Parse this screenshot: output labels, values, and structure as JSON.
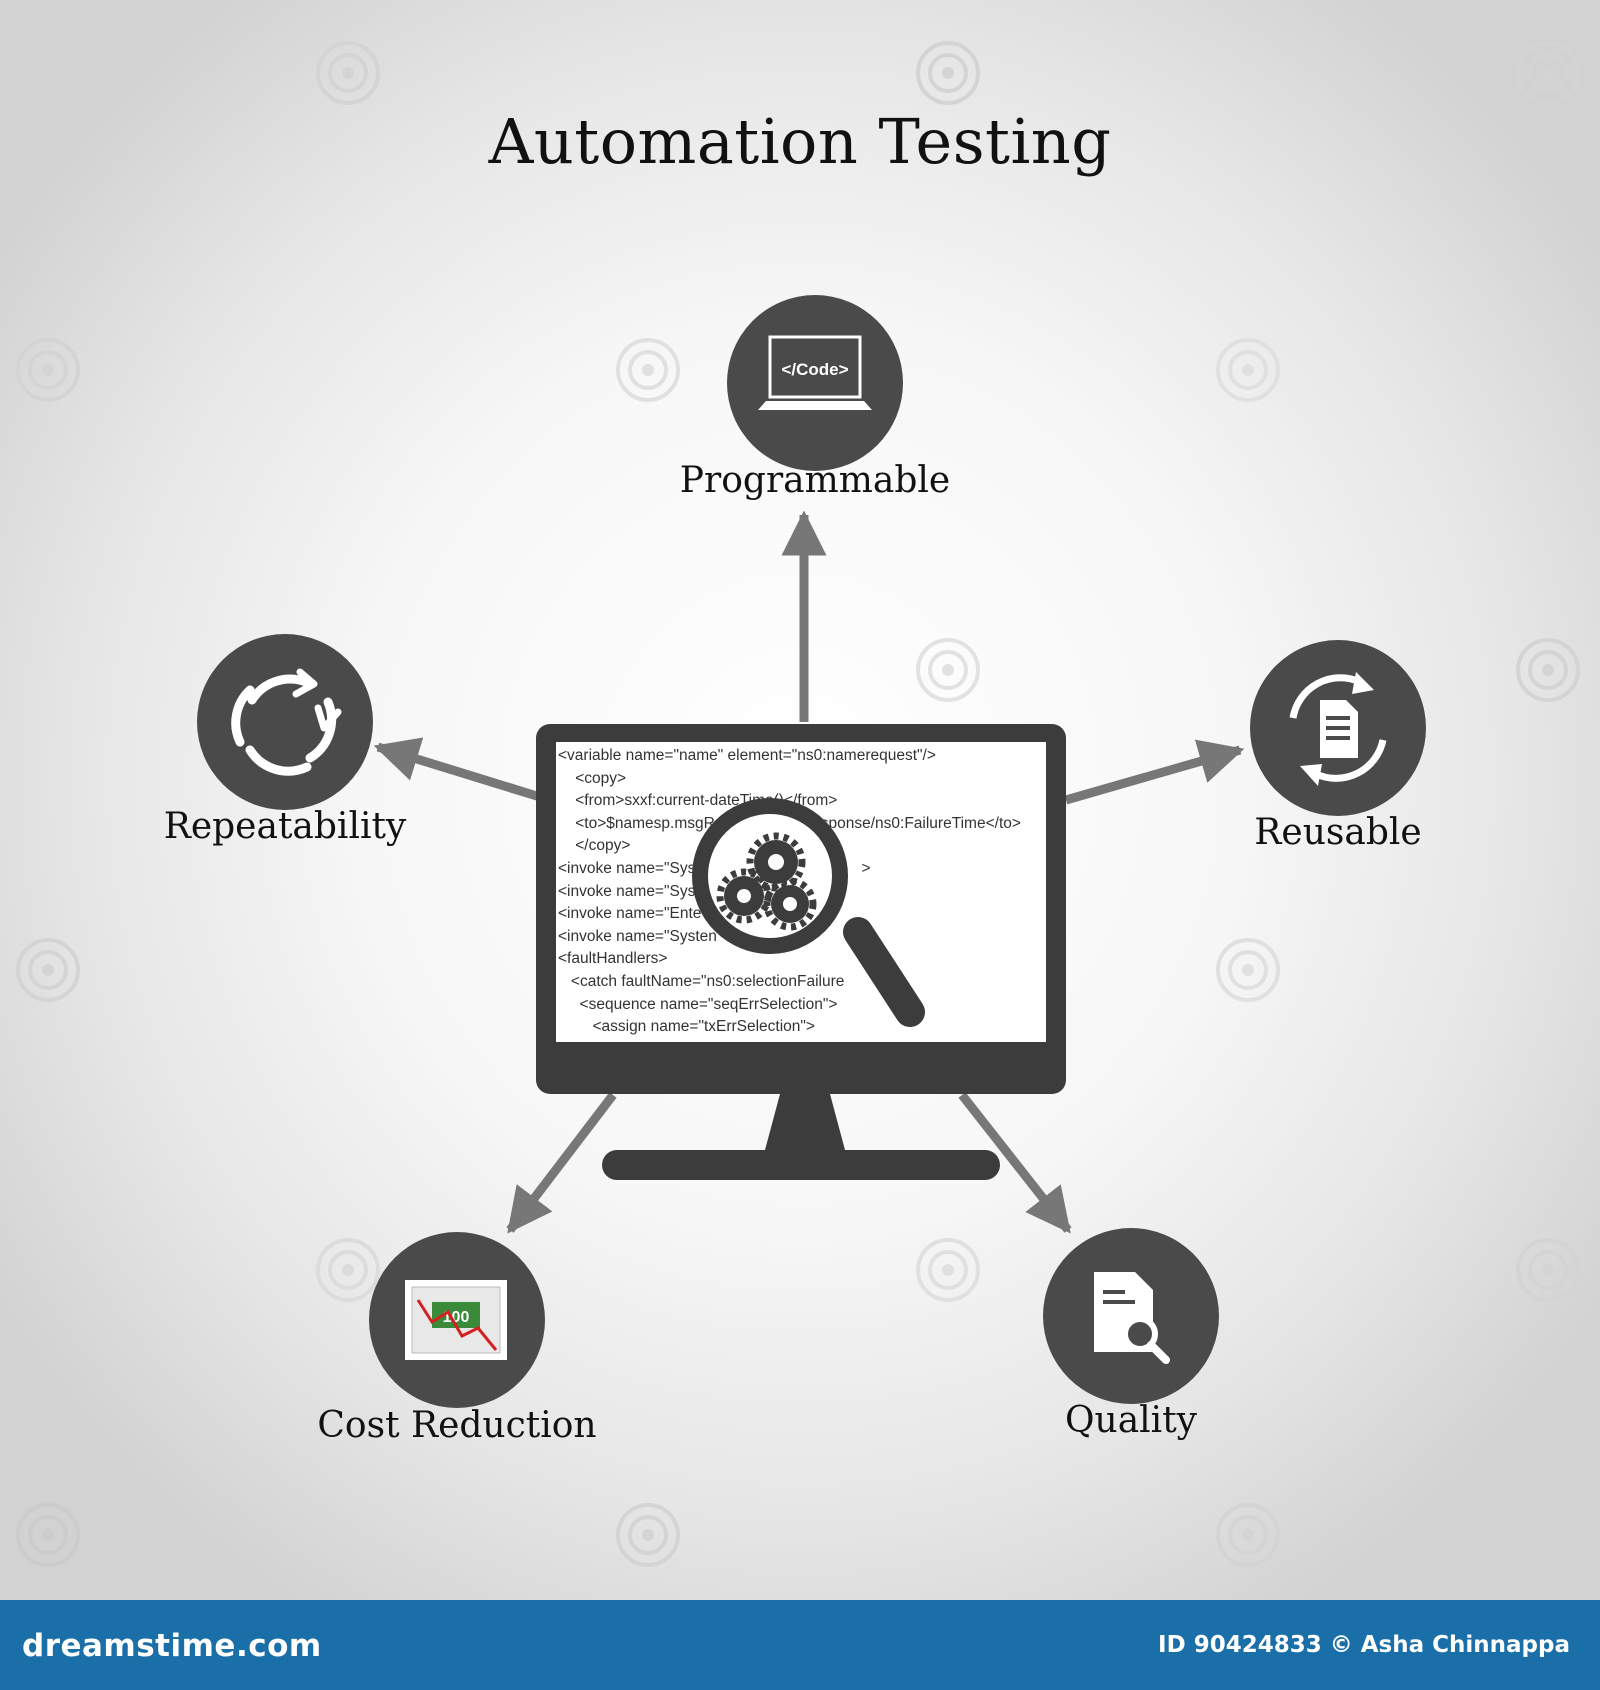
{
  "title": "Automation Testing",
  "nodes": [
    {
      "id": "programmable",
      "label": "Programmable",
      "icon": "laptop-code-icon",
      "icon_text": "</Code>"
    },
    {
      "id": "repeatability",
      "label": "Repeatability",
      "icon": "cycle-arrows-icon"
    },
    {
      "id": "reusable",
      "label": "Reusable",
      "icon": "recycle-document-icon"
    },
    {
      "id": "cost_reduction",
      "label": "Cost Reduction",
      "icon": "money-chart-icon",
      "icon_text": "100"
    },
    {
      "id": "quality",
      "label": "Quality",
      "icon": "document-search-icon"
    }
  ],
  "center": {
    "icon": "monitor-with-magnifier-gears-icon",
    "code_lines": [
      "<variable name=\"name\" element=\"ns0:namerequest\"/>",
      "    <copy>",
      "    <from>sxxf:current-dateTime()</from>",
      "    <to>$namesp.msgRe             mpResponse/ns0:FailureTime</to>",
      "    </copy>",
      "<invoke name=\"Sys        mpDer         cd       >",
      "<invoke name=\"Sys       L",
      "<invoke name=\"Ente         e appli",
      "<invoke name=\"Systen        base\"",
      "<faultHandlers>",
      "   <catch faultName=\"ns0:selectionFailure",
      "     <sequence name=\"seqErrSelection\">",
      "        <assign name=\"txErrSelection\">"
    ]
  },
  "footer": {
    "brand": "dreamstime.com",
    "credit": "ID 90424833 © Asha Chinnappa"
  },
  "colors": {
    "node_fill": "#4a4a4a",
    "arrow": "#777777",
    "monitor": "#3c3c3c",
    "footer_bg": "#1b6fa8"
  }
}
